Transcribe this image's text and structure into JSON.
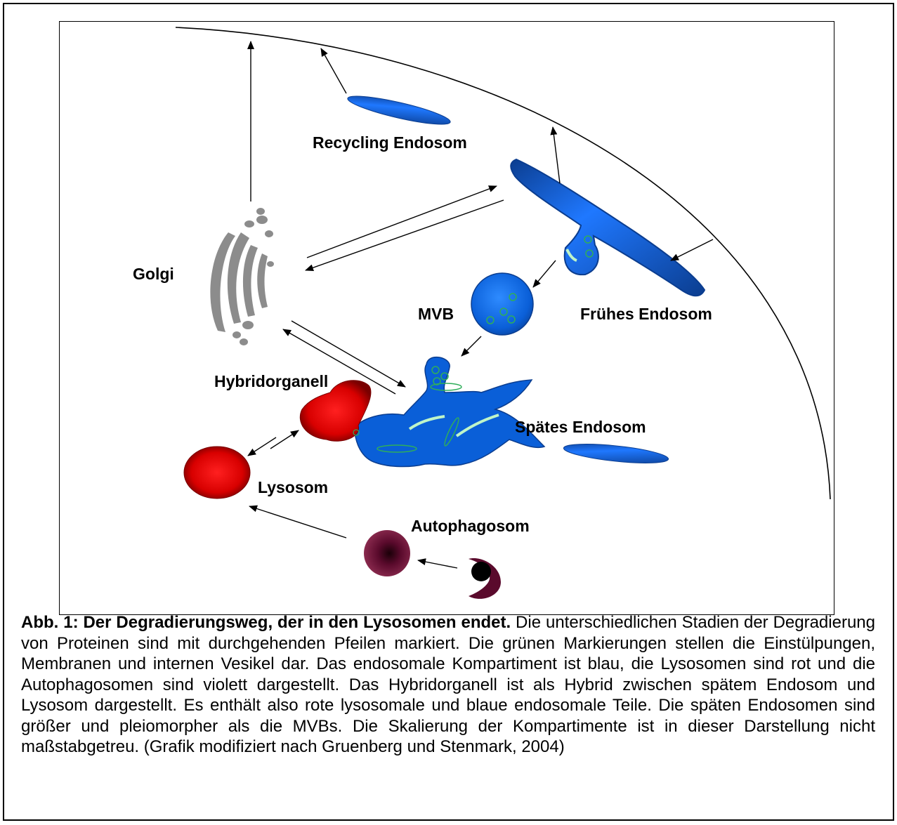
{
  "labels": {
    "recycling": "Recycling Endosom",
    "golgi": "Golgi",
    "mvb": "MVB",
    "early": "Frühes Endosom",
    "hybrid": "Hybridorganell",
    "late": "Spätes Endosom",
    "lysosome": "Lysosom",
    "autophagosome": "Autophagosom"
  },
  "caption": {
    "title": "Abb. 1: Der Degradierungsweg, der in den Lysosomen endet.",
    "body": " Die unterschiedlichen Stadien der Degradierung von Proteinen sind mit durchgehenden Pfeilen markiert. Die grünen Markierungen stellen die Einstülpungen, Membranen und internen Vesikel dar. Das endosomale Kompartiment ist blau, die Lysosomen sind rot und die Autophagosomen sind violett dargestellt. Das Hybridorganell ist als Hybrid zwischen spätem Endosom und Lysosom dargestellt. Es enthält also rote lysosomale und blaue endosomale Teile. Die späten Endosomen sind größer und pleiomorpher als die MVBs. Die Skalierung der Kompartimente ist in dieser Darstellung nicht maßstabgetreu. (Grafik modifiziert nach Gruenberg und Stenmark, 2004)"
  },
  "colors": {
    "endosome_blue": "#0a5fd8",
    "endosome_dark": "#0b3d8f",
    "lysosome_red": "#e80000",
    "autophagosome_violet": "#5a0a2c",
    "golgi_gray": "#8c8c8c",
    "membrane_green": "#2fae5a"
  }
}
